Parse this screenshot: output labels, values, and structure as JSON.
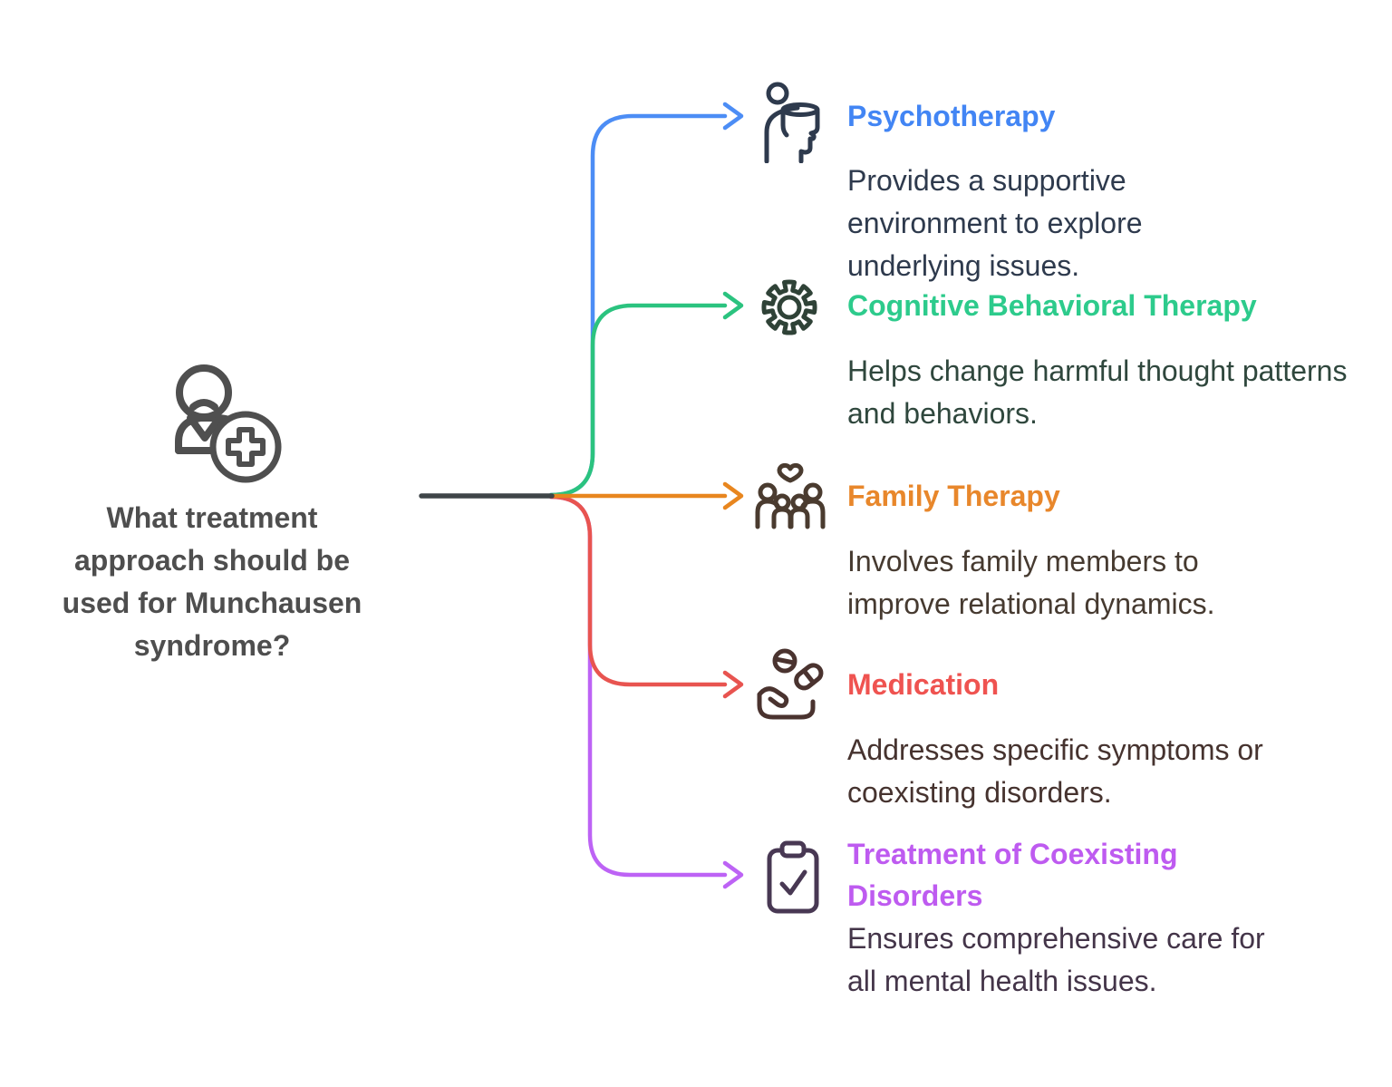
{
  "root": {
    "question": "What treatment approach should be used for Munchausen syndrome?",
    "text_color": "#4E4E4E",
    "icon": "patient-plus-icon",
    "icon_color": "#4F4F4F",
    "trunk_color": "#3F4548"
  },
  "branches": [
    {
      "title": "Psychotherapy",
      "description": "Provides a supportive environment to explore underlying issues.",
      "color": "#4285F4",
      "line_color": "#4C8DF5",
      "text_color": "#2E3A4D",
      "icon": "person-open-head-icon",
      "icon_color": "#2E3A4D"
    },
    {
      "title": "Cognitive Behavioral Therapy",
      "description": "Helps change harmful thought patterns and behaviors.",
      "color": "#2DCB8C",
      "line_color": "#2BC37F",
      "text_color": "#2F473D",
      "icon": "gear-icon",
      "icon_color": "#2F4237"
    },
    {
      "title": "Family Therapy",
      "description": "Involves family members to improve relational dynamics.",
      "color": "#E8872B",
      "line_color": "#E8861F",
      "text_color": "#463A30",
      "icon": "family-icon",
      "icon_color": "#4A3B2F"
    },
    {
      "title": "Medication",
      "description": "Addresses specific symptoms or coexisting disorders.",
      "color": "#EF5350",
      "line_color": "#E85450",
      "text_color": "#46332F",
      "icon": "hand-pills-icon",
      "icon_color": "#4A332F"
    },
    {
      "title": "Treatment of Coexisting Disorders",
      "description": "Ensures comprehensive care for all mental health issues.",
      "color": "#BE5BF0",
      "line_color": "#BD63F5",
      "text_color": "#443549",
      "icon": "clipboard-check-icon",
      "icon_color": "#483853"
    }
  ]
}
